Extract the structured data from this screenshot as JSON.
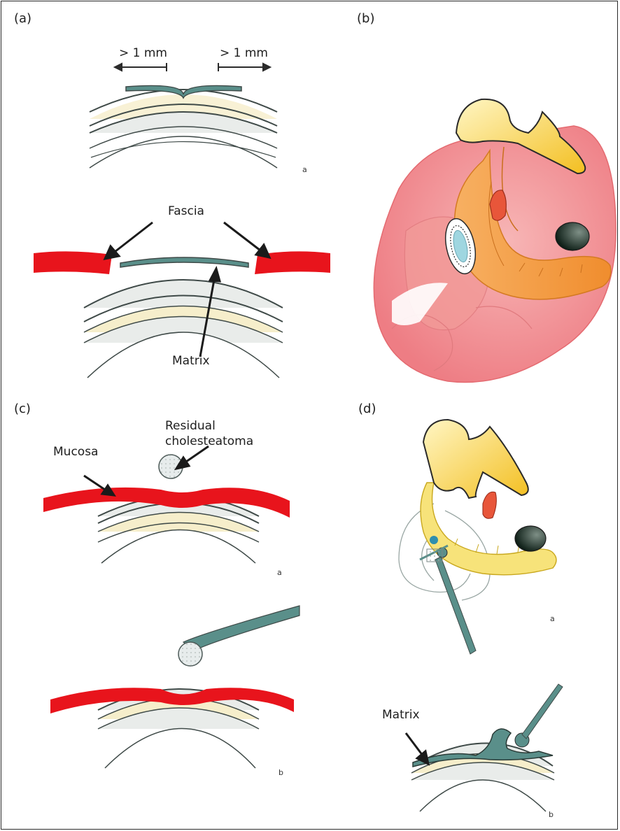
{
  "panels": {
    "a": {
      "label": "(a)",
      "dim_left": "> 1 mm",
      "dim_right": "> 1 mm",
      "fascia": "Fascia",
      "matrix": "Matrix",
      "sub_a": "a"
    },
    "b": {
      "label": "(b)"
    },
    "c": {
      "label": "(c)",
      "mucosa": "Mucosa",
      "residual": "Residual\ncholesteatoma",
      "sub_a": "a",
      "sub_b": "b"
    },
    "d": {
      "label": "(d)",
      "matrix": "Matrix",
      "sub_a": "a",
      "sub_b": "b"
    }
  },
  "colors": {
    "fascia_red": "#e8141c",
    "teal": "#5a8f8a",
    "outline": "#3f4a48",
    "gray_fill": "#e9ecea",
    "yellow_tint": "#f6eecb",
    "pink": "#f08a8a",
    "orange": "#f39a3a",
    "yellow": "#f4c832",
    "dark_green": "#274338"
  }
}
